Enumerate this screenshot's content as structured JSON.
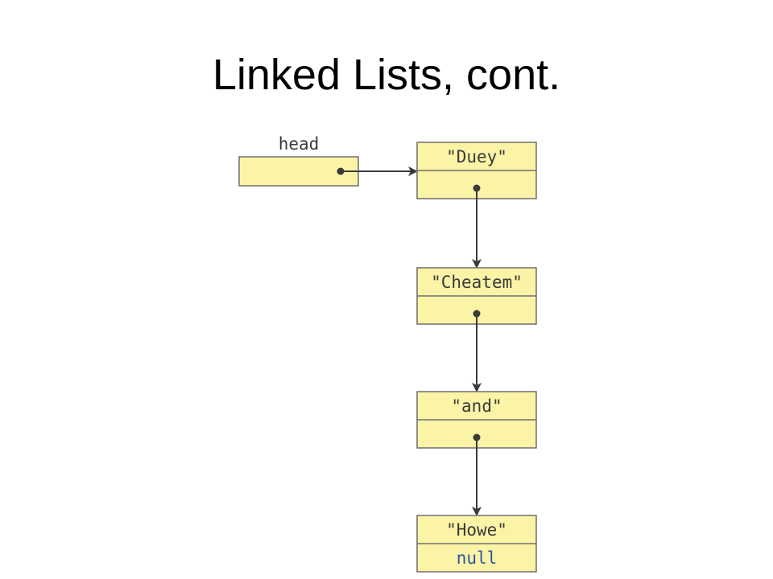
{
  "slide": {
    "title": "Linked Lists, cont."
  },
  "diagram": {
    "head_label": "head",
    "nodes": [
      {
        "value": "\"Duey\"",
        "next": ""
      },
      {
        "value": "\"Cheatem\"",
        "next": ""
      },
      {
        "value": "\"and\"",
        "next": ""
      },
      {
        "value": "\"Howe\"",
        "next": "null"
      }
    ],
    "colors": {
      "box_fill": "#fbf4a6",
      "box_stroke": "#6f6f6f",
      "arrow": "#3a3a3a",
      "text": "#3a3a3a",
      "null_text": "#2c57a4"
    }
  }
}
